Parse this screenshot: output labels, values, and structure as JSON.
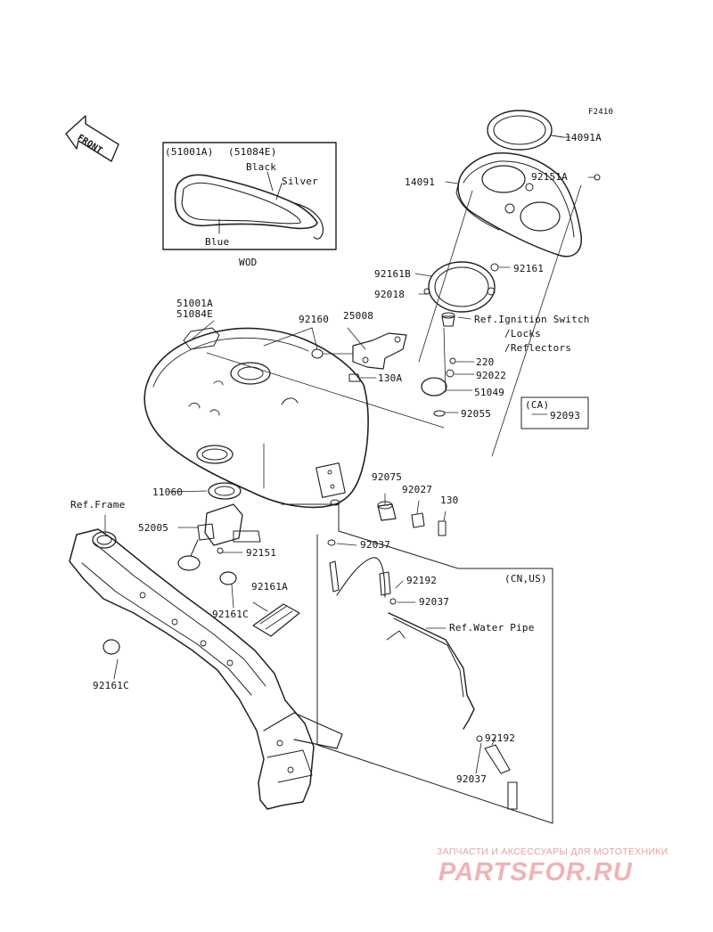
{
  "diagram": {
    "figure_code": "F2410",
    "front_label": "FRONT",
    "inset": {
      "codes": [
        "(51001A)",
        "(51084E)"
      ],
      "colors": [
        "Black",
        "Silver",
        "Blue"
      ],
      "caption": "WOD"
    },
    "parts": {
      "p14091A": "14091A",
      "p14091": "14091",
      "p92151A": "92151A",
      "p92161B": "92161B",
      "p92161": "92161",
      "p92018": "92018",
      "p51001A": "51001A",
      "p51084E": "51084E",
      "p92160": "92160",
      "p25008": "25008",
      "p220": "220",
      "p92022": "92022",
      "p130A": "130A",
      "p51049": "51049",
      "p92055": "92055",
      "p92093": "92093",
      "p11060": "11060",
      "p92075": "92075",
      "p92027": "92027",
      "p130": "130",
      "p52005": "52005",
      "p92037a": "92037",
      "p92151": "92151",
      "p92192a": "92192",
      "p92037b": "92037",
      "p92161A": "92161A",
      "p92161Ca": "92161C",
      "p92161Cb": "92161C",
      "p92192b": "92192",
      "p92037c": "92037"
    },
    "refs": {
      "ignition_1": "Ref.Ignition Switch",
      "ignition_2": "/Locks",
      "ignition_3": "/Reflectors",
      "frame": "Ref.Frame",
      "water_pipe": "Ref.Water Pipe"
    },
    "regions": {
      "ca": "(CA)",
      "cnus": "(CN,US)"
    }
  },
  "watermark": {
    "line1": "ЗАПЧАСТИ И АКСЕССУАРЫ ДЛЯ МОТОТЕХНИКИ",
    "logo": "PARTSFOR.RU"
  }
}
